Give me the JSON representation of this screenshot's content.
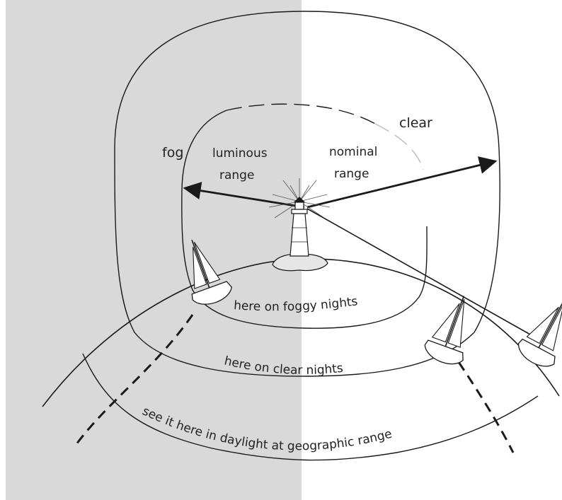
{
  "colors": {
    "fog_panel": "#d9d9d9",
    "clear_panel": "#ffffff",
    "ink": "#1a1a1a"
  },
  "labels": {
    "fog": "fog",
    "clear": "clear",
    "luminous_line1": "luminous",
    "luminous_line2": "range",
    "nominal_line1": "nominal",
    "nominal_line2": "range",
    "foggy_nights": "here on foggy nights",
    "clear_nights": "here on clear nights",
    "daylight": "see it here in daylight at geographic range"
  },
  "icons": [
    "lighthouse-icon",
    "sailboat-icon"
  ]
}
